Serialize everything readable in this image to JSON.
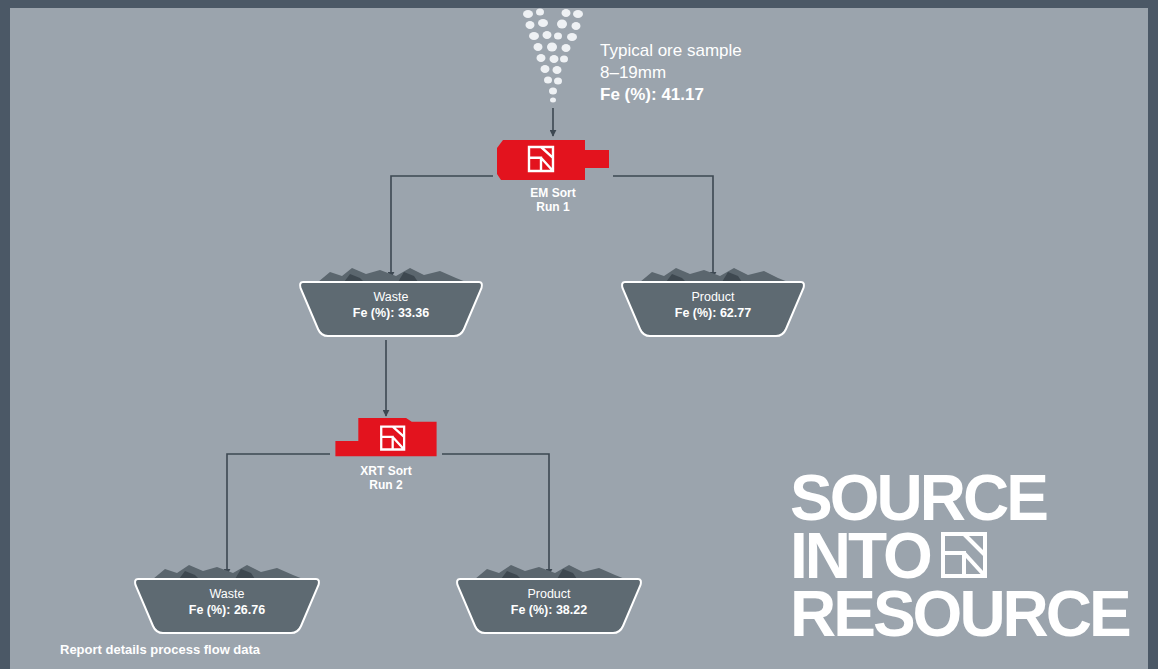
{
  "diagram": {
    "nodes": [
      {
        "text": [
          "Typical ore sample",
          "8–19mm",
          "Fe (%): 41.17"
        ]
      },
      {
        "text": [
          "EM Sort Run 1"
        ]
      },
      {
        "text": [
          "Waste",
          "Fe (%): 33.36"
        ]
      },
      {
        "text": [
          "Product",
          "Fe (%): 62.77"
        ]
      },
      {
        "text": [
          "XRT Sort Run 2"
        ]
      },
      {
        "text": [
          "Waste",
          "Fe (%): 26.76"
        ]
      },
      {
        "text": [
          "Product",
          "Fe (%): 38.22"
        ]
      }
    ],
    "edges": [
      {
        "from": 0,
        "to": 1,
        "arrow": "to"
      },
      {
        "from": 1,
        "to": 2,
        "arrow": "to"
      },
      {
        "from": 1,
        "to": 3,
        "arrow": "to"
      },
      {
        "from": 2,
        "to": 4,
        "arrow": "to"
      },
      {
        "from": 4,
        "to": 5,
        "arrow": "to"
      },
      {
        "from": 4,
        "to": 6,
        "arrow": "to"
      }
    ],
    "labels": [
      "SOURCE",
      "INTO",
      "RESOURCE",
      "Report details process flow data"
    ]
  }
}
